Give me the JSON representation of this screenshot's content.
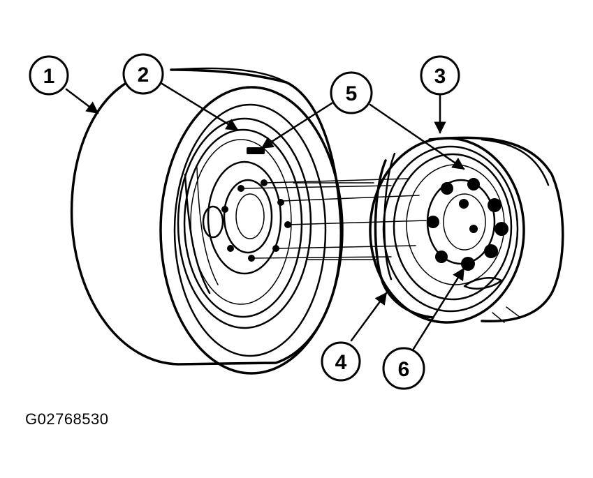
{
  "figure": {
    "code": "G02768530"
  },
  "callouts": [
    {
      "label": "1"
    },
    {
      "label": "2"
    },
    {
      "label": "3"
    },
    {
      "label": "4"
    },
    {
      "label": "5"
    },
    {
      "label": "6"
    }
  ]
}
